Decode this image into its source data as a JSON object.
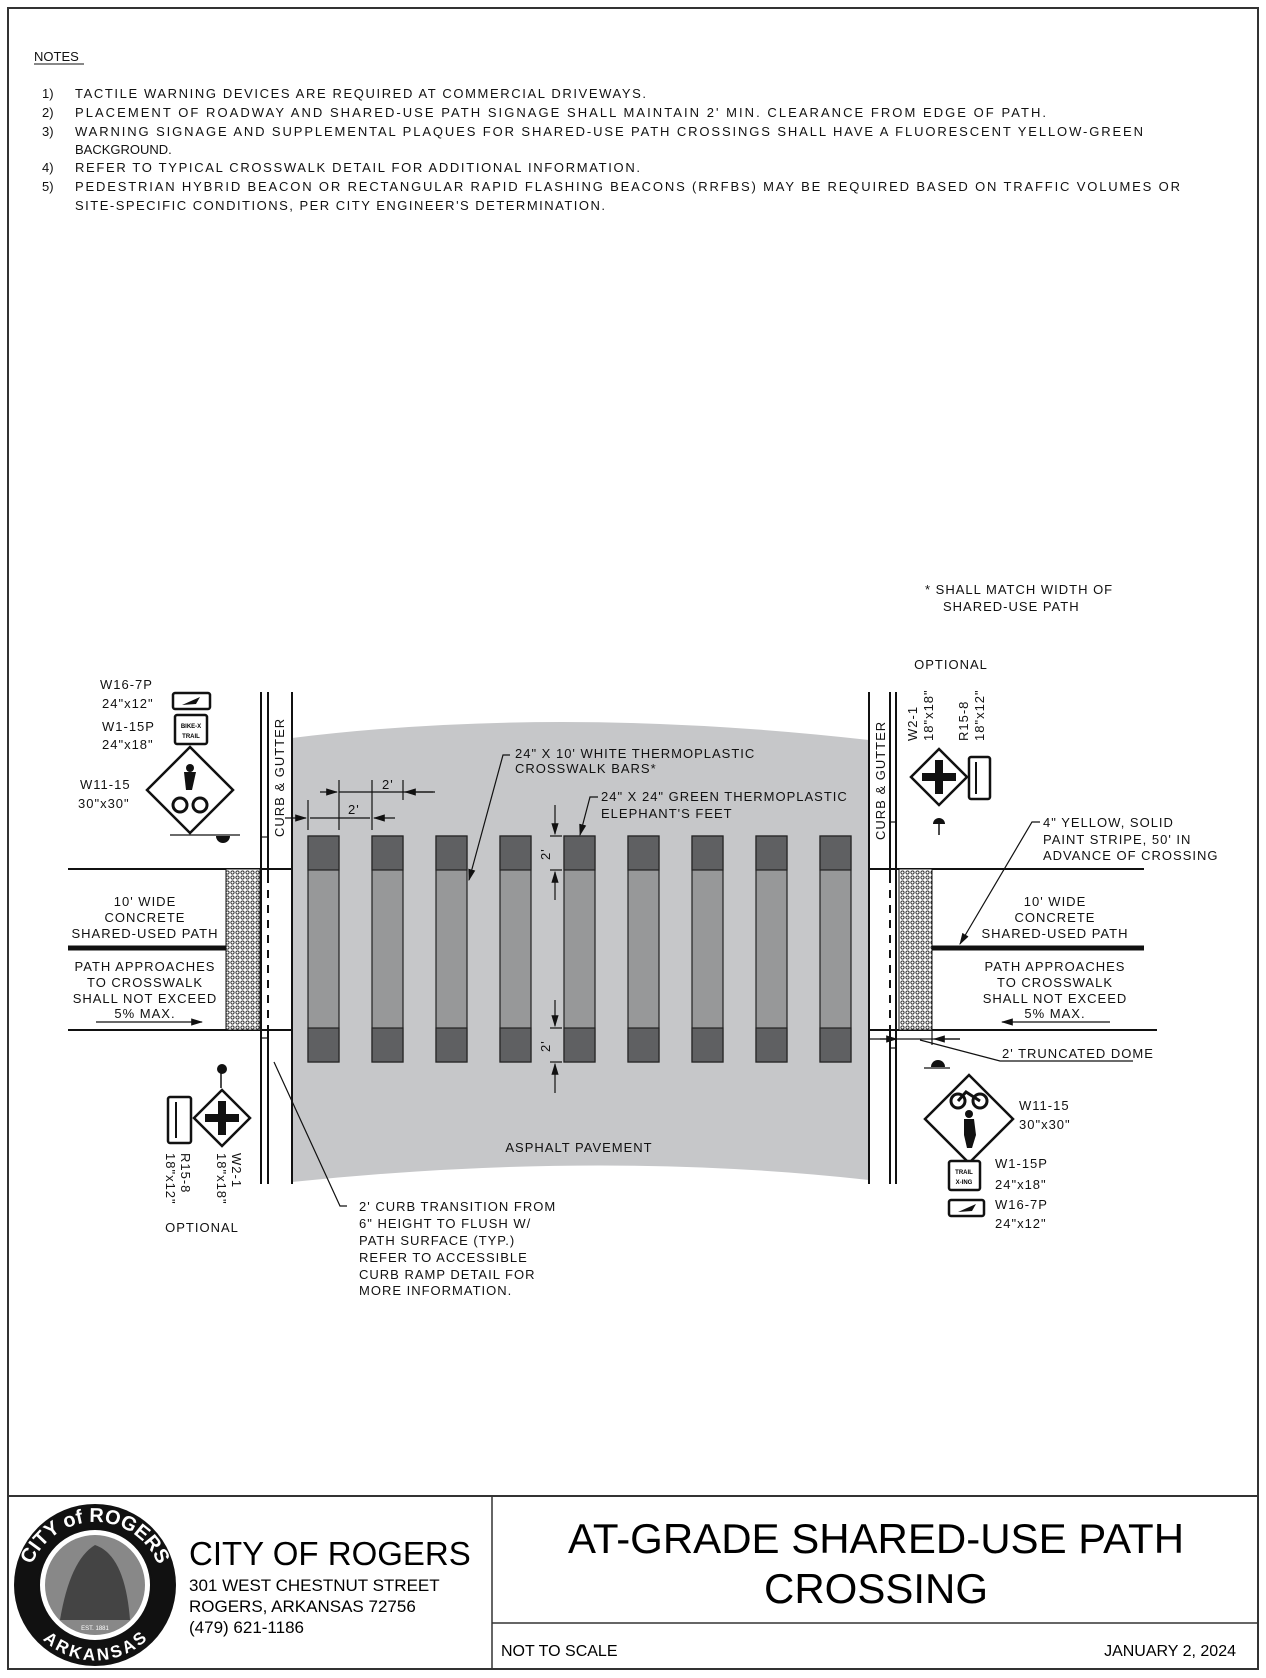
{
  "notes": {
    "heading": "NOTES",
    "items": [
      {
        "num": "1)",
        "lines": [
          "TACTILE WARNING DEVICES ARE REQUIRED AT COMMERCIAL DRIVEWAYS."
        ]
      },
      {
        "num": "2)",
        "lines": [
          "PLACEMENT OF ROADWAY AND SHARED-USE PATH SIGNAGE SHALL MAINTAIN 2' MIN. CLEARANCE FROM EDGE OF PATH."
        ]
      },
      {
        "num": "3)",
        "lines": [
          "WARNING SIGNAGE AND SUPPLEMENTAL PLAQUES FOR SHARED-USE PATH CROSSINGS SHALL HAVE A FLUORESCENT YELLOW-GREEN",
          "BACKGROUND."
        ]
      },
      {
        "num": "4)",
        "lines": [
          "REFER TO TYPICAL CROSSWALK DETAIL FOR ADDITIONAL INFORMATION."
        ]
      },
      {
        "num": "5)",
        "lines": [
          "PEDESTRIAN HYBRID BEACON OR RECTANGULAR RAPID FLASHING BEACONS (RRFBS) MAY BE REQUIRED BASED ON TRAFFIC VOLUMES OR",
          "SITE-SPECIFIC CONDITIONS, PER CITY ENGINEER'S DETERMINATION."
        ]
      }
    ]
  },
  "drawing": {
    "footnote": [
      "* SHALL MATCH WIDTH OF",
      "SHARED-USE PATH"
    ],
    "curb_gutter": "CURB & GUTTER",
    "asphalt": "ASPHALT PAVEMENT",
    "bars_label": [
      "24\" X 10' WHITE THERMOPLASTIC",
      "CROSSWALK BARS*"
    ],
    "feet_label": [
      "24\" X 24\" GREEN THERMOPLASTIC",
      "ELEPHANT'S FEET"
    ],
    "dim_2ft": "2'",
    "path_label": [
      "10' WIDE",
      "CONCRETE",
      "SHARED-USED PATH"
    ],
    "approach_label": [
      "PATH APPROACHES",
      "TO CROSSWALK",
      "SHALL NOT EXCEED",
      "5% MAX."
    ],
    "stripe_label": [
      "4\" YELLOW, SOLID",
      "PAINT STRIPE, 50' IN",
      "ADVANCE OF CROSSING"
    ],
    "dome_label": "2' TRUNCATED DOME",
    "curb_note": [
      "2' CURB TRANSITION FROM",
      "6\" HEIGHT TO FLUSH W/",
      "PATH SURFACE (TYP.)",
      "REFER TO ACCESSIBLE",
      "CURB RAMP DETAIL FOR",
      "MORE INFORMATION."
    ],
    "optional": "OPTIONAL",
    "bar_count": 9,
    "signs": {
      "w16_7p": {
        "code": "W16-7P",
        "size": "24\"x12\""
      },
      "w1_15p": {
        "code": "W1-15P",
        "size": "24\"x18\"",
        "plaque_text": [
          "BIKE-X",
          "TRAIL"
        ]
      },
      "w11_15": {
        "code": "W11-15",
        "size": "30\"x30\""
      },
      "w2_1": {
        "code": "W2-1",
        "size": "18\"x18\""
      },
      "r15_8": {
        "code": "R15-8",
        "size": "18\"x12\""
      },
      "w1_15p_right_plaque": [
        "TRAIL",
        "X-ING"
      ]
    }
  },
  "title_block": {
    "logo_text": [
      "CITY of ROGERS",
      "ARKANSAS",
      "EST. 1881"
    ],
    "org": "CITY OF ROGERS",
    "address": [
      "301 WEST CHESTNUT STREET",
      "ROGERS, ARKANSAS  72756",
      "(479) 621-1186"
    ],
    "title": [
      "AT-GRADE SHARED-USE PATH",
      "CROSSING"
    ],
    "scale": "NOT TO SCALE",
    "date": "JANUARY 2, 2024"
  },
  "colors": {
    "asphalt": "#c6c7c9",
    "bar": "#979899",
    "bar_end": "#5f6062"
  }
}
